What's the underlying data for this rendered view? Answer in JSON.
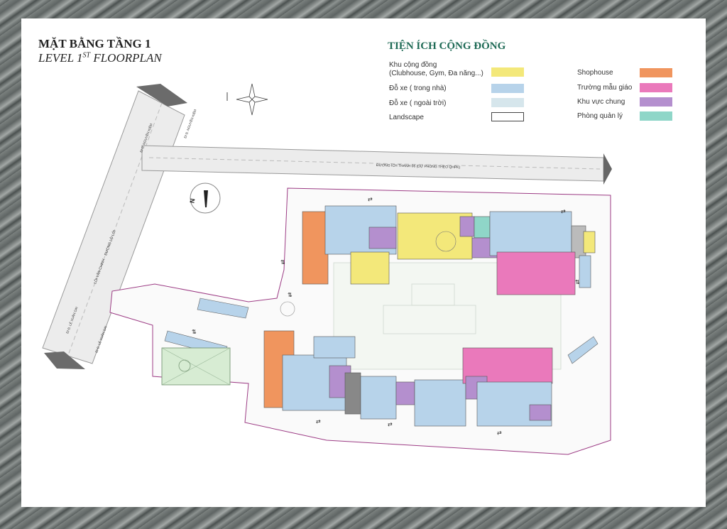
{
  "header": {
    "title_vi": "MẶT BẰNG TẦNG 1",
    "title_en_prefix": "LEVEL 1",
    "title_en_sup": "ST",
    "title_en_suffix": " FLOORPLAN"
  },
  "legend": {
    "title": "TIỆN ÍCH CỘNG ĐỒNG",
    "items": [
      {
        "line1": "Khu cộng đồng",
        "line2": "(Clubhouse, Gym, Đa năng...)",
        "color": "#f3e87a"
      },
      {
        "line1": "Đỗ xe ( trong nhà)",
        "line2": "",
        "color": "#b7d3ea"
      },
      {
        "line1": "Đỗ xe ( ngoài trời)",
        "line2": "",
        "color": "#d6e6ec"
      },
      {
        "line1": "Landscape",
        "line2": "",
        "color": "#ffffff"
      },
      {
        "line1": "Shophouse",
        "line2": "",
        "color": "#f0955e"
      },
      {
        "line1": "Trường mẫu giáo",
        "line2": "",
        "color": "#ea79bb"
      },
      {
        "line1": "Khu vực chung",
        "line2": "",
        "color": "#b48fce"
      },
      {
        "line1": "Phòng quản lý",
        "line2": "",
        "color": "#8fd6c8"
      }
    ]
  },
  "roads": {
    "top": "ĐƯỜNG ÍCH THANH 06 (DỰ PHÒNG THEO QHPK)",
    "west_a": "ĐƯỜNG LỘ LỚI",
    "west_b": "LÔI VĂN CHINH",
    "nk_a": "ĐI Đ. NGUYỄN KIỆM",
    "nk_b": "ĐI Đ. NGUYỄN KIỆM",
    "lxo_a": "ĐI Đ. LÊ XUÂN OAI",
    "lxo_b": "ĐI Đ. LÊ XUÂN OAI"
  },
  "compass": {
    "north_label": "N"
  }
}
